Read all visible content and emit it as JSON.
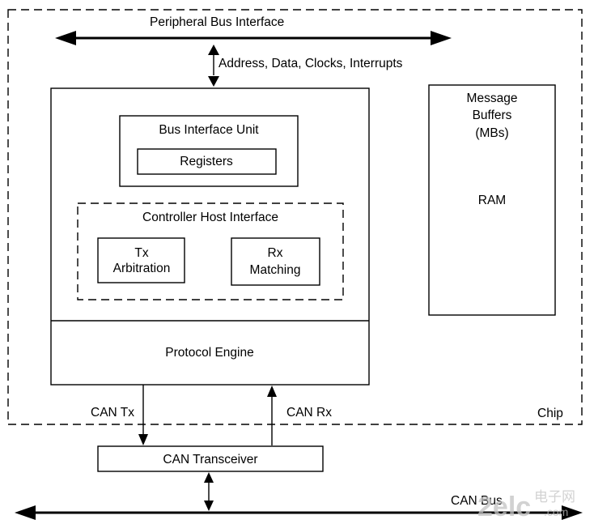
{
  "diagram": {
    "peripheral_bus_label": "Peripheral Bus Interface",
    "signals_label": "Address, Data, Clocks, Interrupts",
    "bus_interface_unit": "Bus Interface Unit",
    "registers": "Registers",
    "controller_host_interface": "Controller Host Interface",
    "tx_line1": "Tx",
    "tx_line2": "Arbitration",
    "rx_line1": "Rx",
    "rx_line2": "Matching",
    "protocol_engine": "Protocol Engine",
    "mb_line1": "Message",
    "mb_line2": "Buffers",
    "mb_line3": "(MBs)",
    "ram": "RAM",
    "chip": "Chip",
    "can_tx": "CAN Tx",
    "can_rx": "CAN Rx",
    "can_transceiver": "CAN Transceiver",
    "can_bus": "CAN Bus"
  },
  "watermark": {
    "text_cn": "电子网",
    "text_latin": ".com"
  }
}
